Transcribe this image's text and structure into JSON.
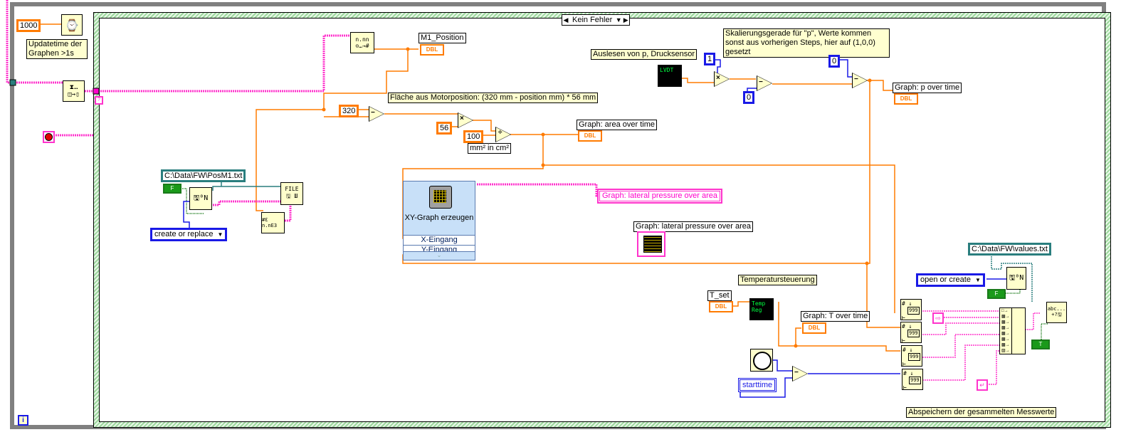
{
  "window": {
    "type": "LabVIEW block diagram",
    "case_selector": {
      "label": "Kein Fehler",
      "prev_icon": "triangle-left-icon",
      "next_icon": "triangle-right-icon",
      "dropdown_icon": "dropdown-arrow-icon"
    }
  },
  "outer": {
    "wait_constant": "1000",
    "wait_icon": "wait-ms-watch-icon",
    "update_note": "Updatetime der Graphen >1s",
    "unbundle_error_icon": "unbundle-status-icon",
    "stop_button_icon": "stop-button-icon",
    "info_icon_label": "i"
  },
  "notes": {
    "area_formula": "Fläche aus Motorposition: (320 mm - position mm) * 56 mm",
    "pressure_read": "Auslesen von p, Drucksensor",
    "scaling_line": "Skalierungsgerade für \"p\", Werte kommen sonst aus vorherigen Steps, hier auf (1,0,0) gesetzt",
    "unit_note": "mm² in cm²",
    "temperature_control": "Temperatursteuerung",
    "save_values": "Abspeichern der gesammelten Messwerte"
  },
  "indicators": {
    "m1_position": {
      "label": "M1_Position",
      "type": "DBL"
    },
    "area_over_time": {
      "label": "Graph: area over time",
      "type": "DBL"
    },
    "p_over_time": {
      "label": "Graph: p over time",
      "type": "DBL"
    },
    "t_over_time": {
      "label": "Graph: T over time",
      "type": "DBL"
    },
    "lateral_pressure_wire": {
      "label": "Graph: lateral pressure over area"
    },
    "lateral_pressure_graph": {
      "label": "Graph: lateral pressure over area"
    }
  },
  "controls": {
    "t_set": {
      "label": "T_set",
      "type": "DBL"
    },
    "starttime": "starttime"
  },
  "constants": {
    "c320": "320",
    "c56": "56",
    "c100": "100",
    "scale_1": "1",
    "scale_0a": "0",
    "scale_0b": "0",
    "path_pos": "C:\\Data\\FW\\PosM1.txt",
    "path_values": "C:\\Data\\FW\\values.txt",
    "bool_false": "F",
    "bool_false2": "F",
    "bool_true": "T",
    "open_mode_1": "create or replace",
    "open_mode_2": "open or create"
  },
  "subvis": {
    "lvdt": "LVDT",
    "temp_reg": "Temp Reg",
    "numconv_label": "999",
    "fmt_label": "n.nn",
    "file_label": "FILE",
    "write_text_label": "abc...",
    "express": {
      "title": "XY-Graph erzeugen",
      "x_input": "X-Eingang",
      "y_input": "Y-Eingang"
    }
  },
  "operators": {
    "subtract": "−",
    "multiply": "×",
    "divide": "÷"
  },
  "colors": {
    "double_wire": "#ff7b00",
    "string_wire": "#ff33cc",
    "int_wire": "#1a1ae6",
    "path_wire": "#2a7e7e",
    "bool_wire": "#1a7a1a",
    "loop_border": "#808080",
    "case_border": "#9ed89e"
  }
}
